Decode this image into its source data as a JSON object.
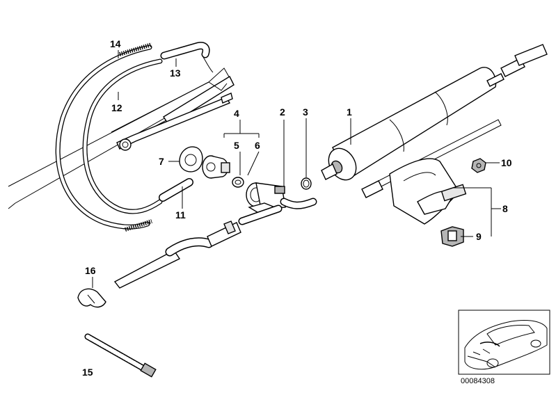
{
  "diagram": {
    "callouts": [
      {
        "id": "1",
        "text": "1"
      },
      {
        "id": "2",
        "text": "2"
      },
      {
        "id": "3",
        "text": "3"
      },
      {
        "id": "4",
        "text": "4"
      },
      {
        "id": "5",
        "text": "5"
      },
      {
        "id": "6",
        "text": "6"
      },
      {
        "id": "7",
        "text": "7"
      },
      {
        "id": "8",
        "text": "8"
      },
      {
        "id": "9",
        "text": "9"
      },
      {
        "id": "10",
        "text": "10"
      },
      {
        "id": "11",
        "text": "11"
      },
      {
        "id": "12",
        "text": "12"
      },
      {
        "id": "13",
        "text": "13"
      },
      {
        "id": "14",
        "text": "14"
      },
      {
        "id": "15",
        "text": "15"
      },
      {
        "id": "16",
        "text": "16"
      }
    ],
    "reference_number": "00084308"
  }
}
